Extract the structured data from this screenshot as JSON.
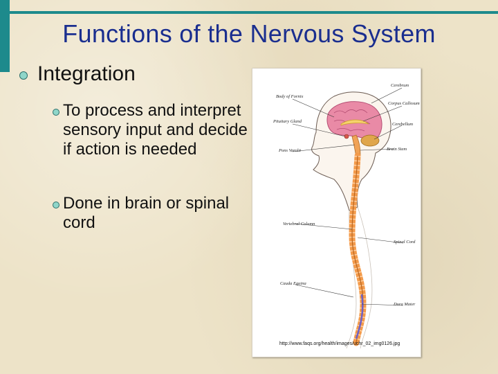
{
  "slide": {
    "title": "Functions of the Nervous System",
    "bullet": "Integration",
    "sub_bullets": [
      "To process and interpret sensory input and decide if action is needed",
      "Done in brain or spinal cord"
    ]
  },
  "figure": {
    "labels": {
      "body_of_fornix": "Body of Fornix",
      "pituitary_gland": "Pituitary Gland",
      "pons_varolii": "Pons Varolii",
      "vertebral_column": "Vertebral Column",
      "cauda_equina": "Cauda Equina",
      "cerebrum": "Cerebrum",
      "corpus_callosum": "Corpus Callosum",
      "cerebellum": "Cerebellum",
      "brain_stem": "Brain Stem",
      "spinal_cord": "Spinal Cord",
      "dura_mater": "Dura Mater"
    },
    "credit": "http://www.faqs.org/health/images/uchr_02_img0126.jpg"
  },
  "colors": {
    "accent": "#1d8a8c",
    "title": "#1a2e8f",
    "bullet_dot": "#8fd6c9",
    "spine": "#f39a4a",
    "brain": "#e98aa6"
  }
}
